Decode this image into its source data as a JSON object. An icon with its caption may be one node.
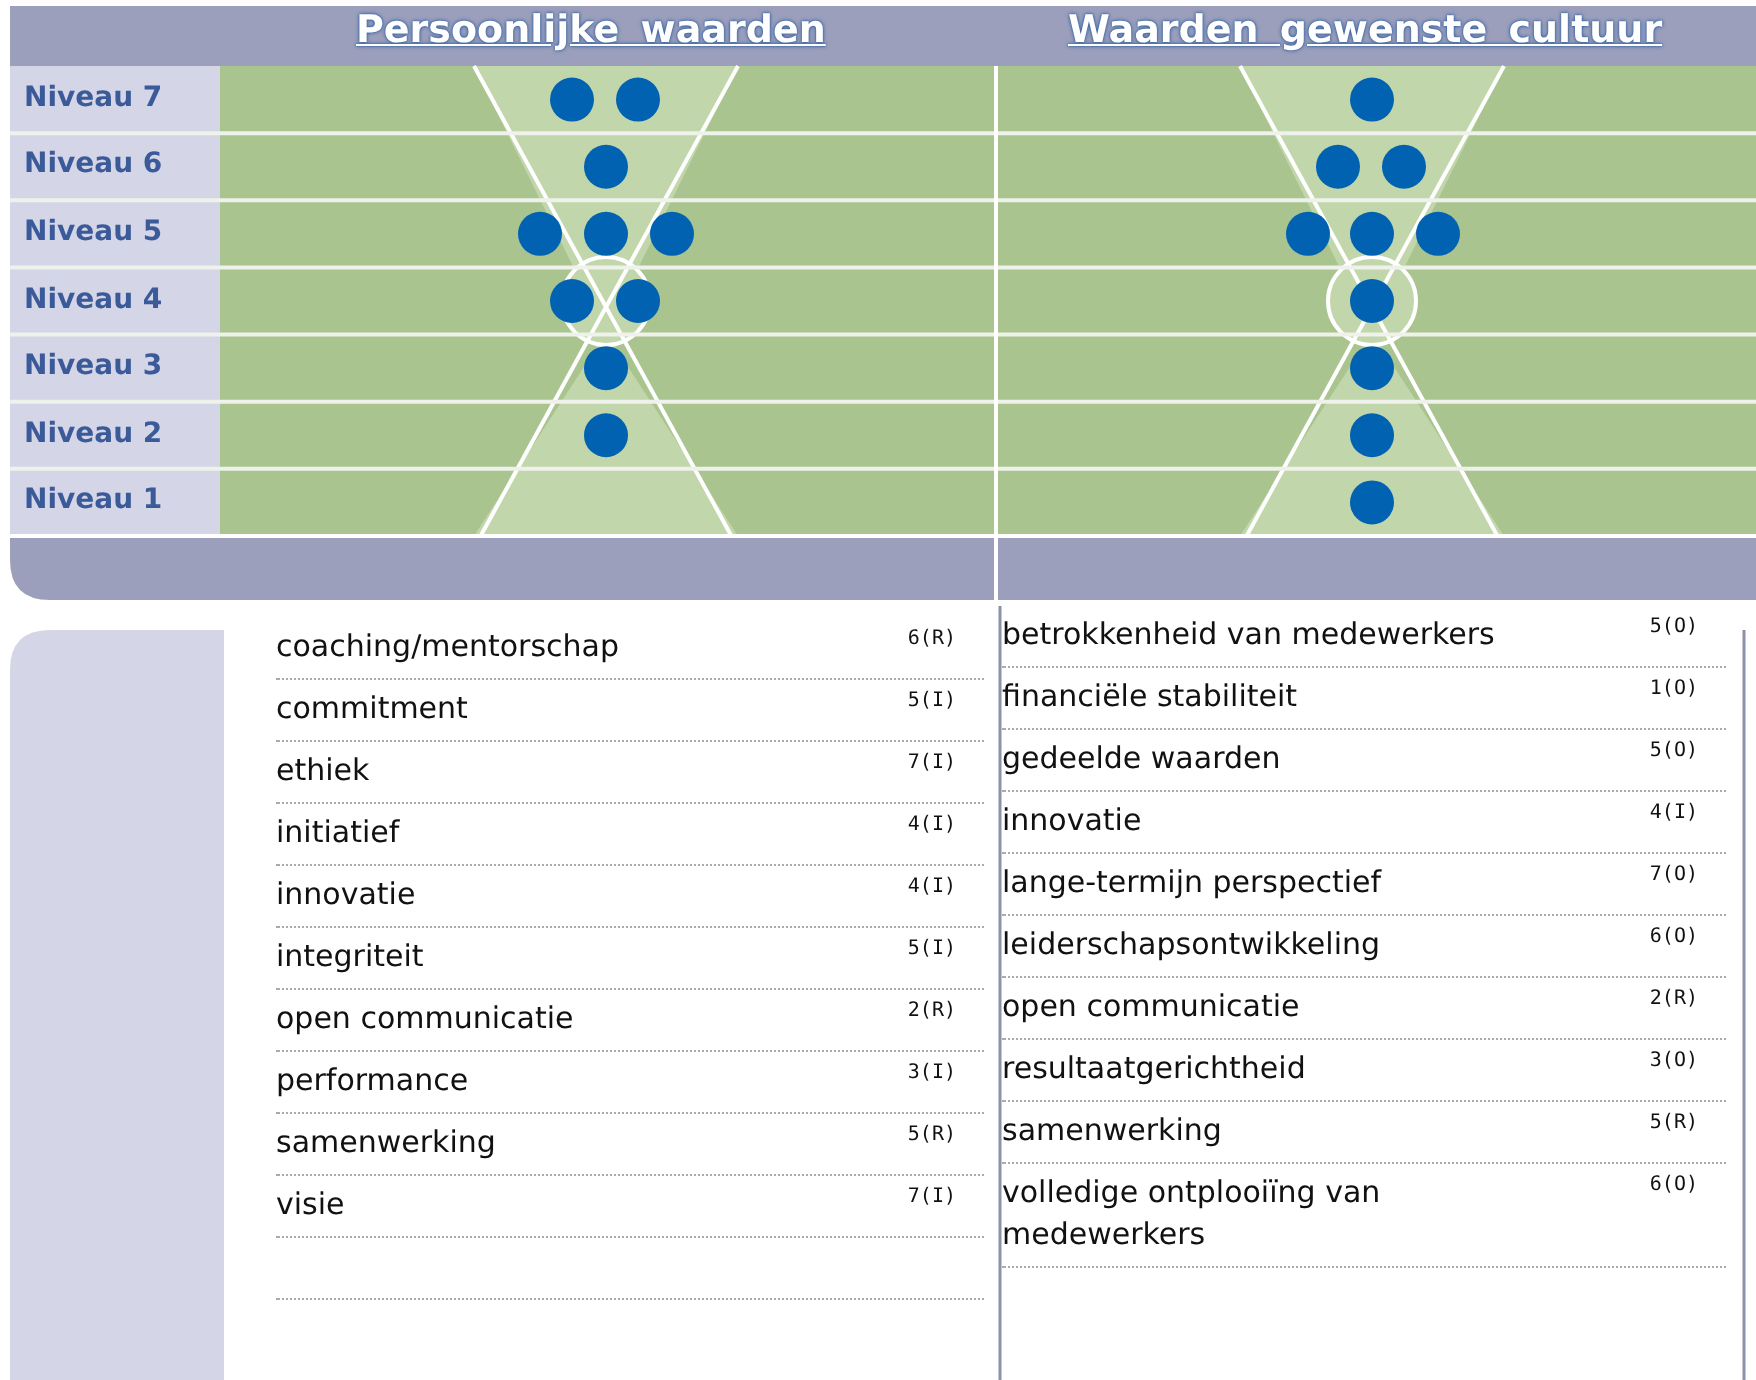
{
  "diagram": {
    "labels": [
      "Persoonlijke waarden",
      "Waarden gewenste cultuur",
      "Niveau 7",
      "Niveau 6",
      "Niveau 5",
      "Niveau 4",
      "Niveau 3",
      "Niveau 2",
      "Niveau 1",
      "coaching/mentorschap",
      "6(R)",
      "commitment",
      "5(I)",
      "ethiek",
      "7(I)",
      "initiatief",
      "4(I)",
      "innovatie",
      "4(I)",
      "integriteit",
      "5(I)",
      "open communicatie",
      "2(R)",
      "performance",
      "3(I)",
      "samenwerking",
      "5(R)",
      "visie",
      "7(I)",
      "betrokkenheid van medewerkers",
      "5(O)",
      "financiële stabiliteit",
      "1(O)",
      "gedeelde waarden",
      "5(O)",
      "innovatie",
      "4(I)",
      "lange-termijn perspectief",
      "7(O)",
      "leiderschapsontwikkeling",
      "6(O)",
      "open communicatie",
      "2(R)",
      "resultaatgerichtheid",
      "3(O)",
      "samenwerking",
      "5(R)",
      "volledige ontplooiïng van medewerkers",
      "6(O)"
    ]
  }
}
